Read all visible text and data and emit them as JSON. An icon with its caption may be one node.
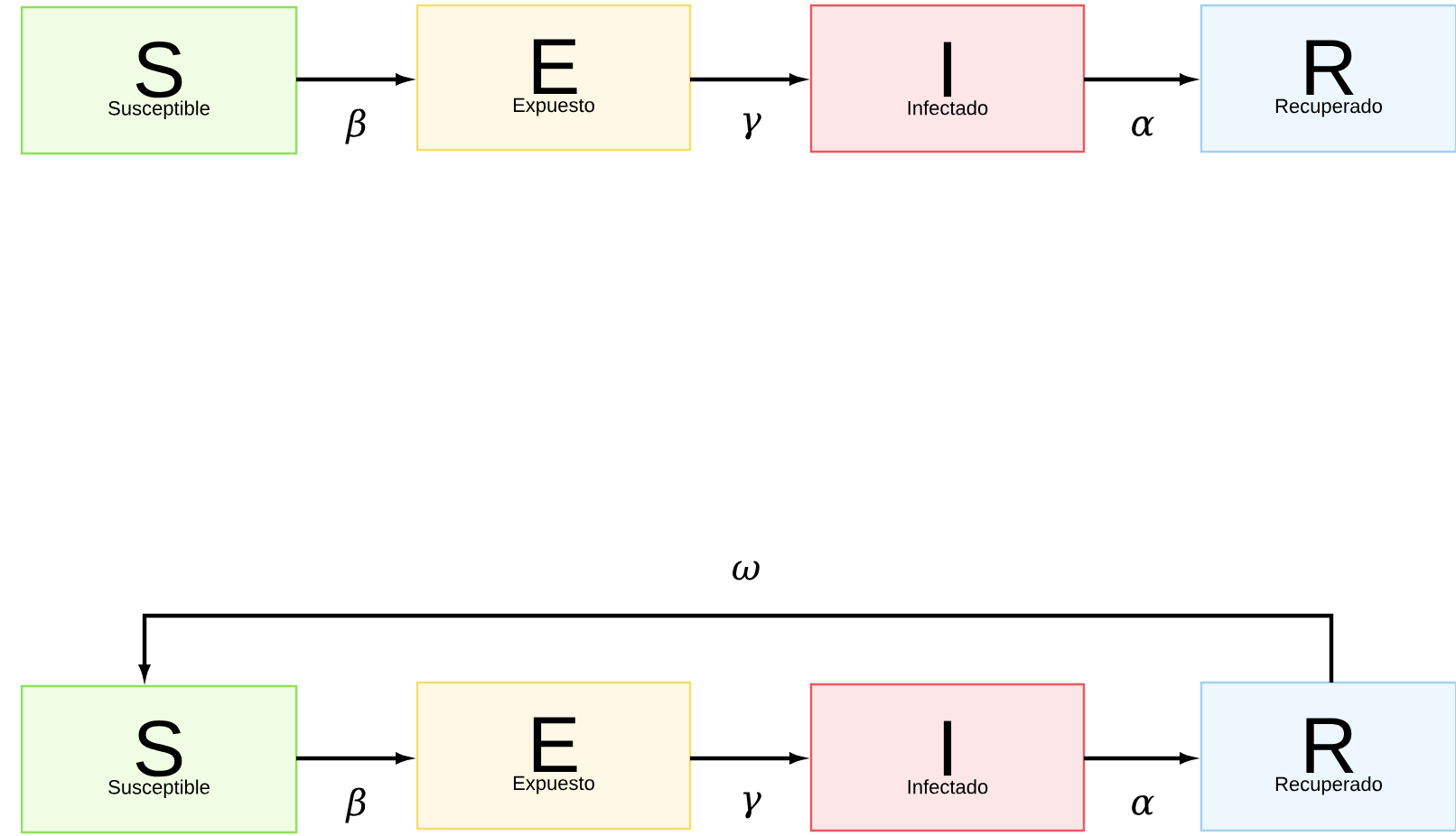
{
  "diagram": {
    "nodes": [
      {
        "text": [
          "S",
          "Susceptible"
        ]
      },
      {
        "text": [
          "E",
          "Expuesto"
        ]
      },
      {
        "text": [
          "I",
          "Infectado"
        ]
      },
      {
        "text": [
          "R",
          "Recuperado"
        ]
      },
      {
        "text": [
          "S",
          "Susceptible"
        ]
      },
      {
        "text": [
          "E",
          "Expuesto"
        ]
      },
      {
        "text": [
          "I",
          "Infectado"
        ]
      },
      {
        "text": [
          "R",
          "Recuperado"
        ]
      }
    ],
    "edges": [
      {
        "from": 0,
        "to": 1,
        "arrow": "to",
        "label": "β"
      },
      {
        "from": 1,
        "to": 2,
        "arrow": "to",
        "label": "γ"
      },
      {
        "from": 2,
        "to": 3,
        "arrow": "to",
        "label": "α"
      },
      {
        "from": 4,
        "to": 5,
        "arrow": "to",
        "label": "β"
      },
      {
        "from": 5,
        "to": 6,
        "arrow": "to",
        "label": "γ"
      },
      {
        "from": 6,
        "to": 7,
        "arrow": "to",
        "label": "α"
      },
      {
        "from": 7,
        "to": 4,
        "arrow": "to",
        "label": "ω"
      }
    ]
  }
}
